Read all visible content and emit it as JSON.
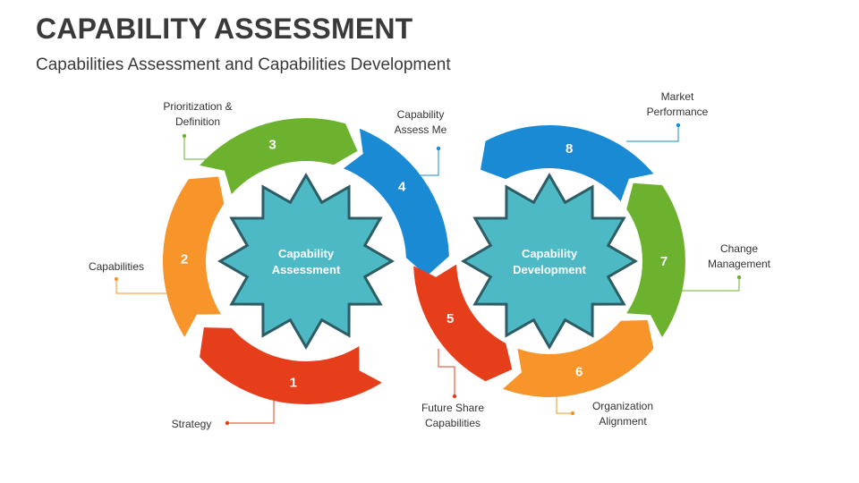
{
  "title": "CAPABILITY ASSESSMENT",
  "subtitle": "Capabilities Assessment and Capabilities Development",
  "colors": {
    "red": "#e63e1b",
    "orange": "#f7942a",
    "green": "#6db22f",
    "blue": "#1a8ad4",
    "star_fill": "#4db9c4",
    "star_stroke": "#2e5c64"
  },
  "centers": [
    {
      "line1": "Capability",
      "line2": "Assessment"
    },
    {
      "line1": "Capability",
      "line2": "Development"
    }
  ],
  "segments": [
    {
      "number": "1",
      "label_lines": [
        "Strategy"
      ]
    },
    {
      "number": "2",
      "label_lines": [
        "Capabilities"
      ]
    },
    {
      "number": "3",
      "label_lines": [
        "Prioritization &",
        "Definition"
      ]
    },
    {
      "number": "4",
      "label_lines": [
        "Capability",
        "Assess Me"
      ]
    },
    {
      "number": "5",
      "label_lines": [
        "Future Share",
        "Capabilities"
      ]
    },
    {
      "number": "6",
      "label_lines": [
        "Organization",
        "Alignment"
      ]
    },
    {
      "number": "7",
      "label_lines": [
        "Change",
        "Management"
      ]
    },
    {
      "number": "8",
      "label_lines": [
        "Market",
        "Performance"
      ]
    }
  ]
}
